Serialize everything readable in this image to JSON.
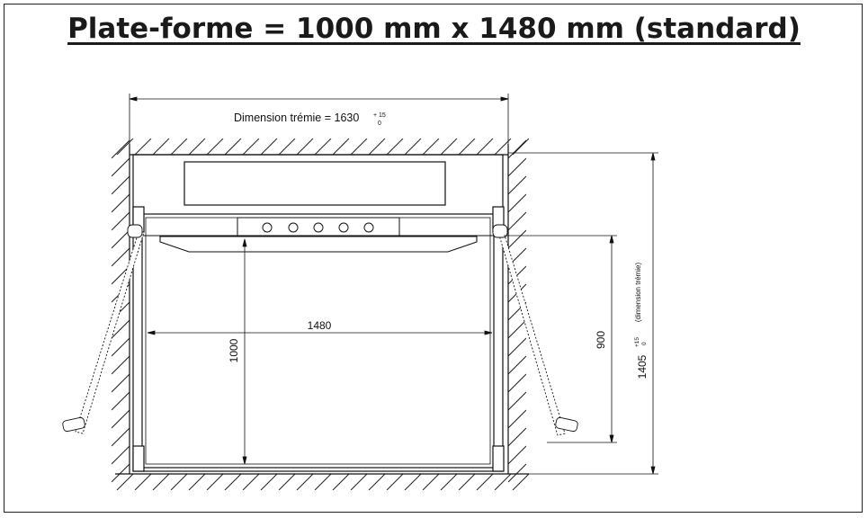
{
  "title": "Plate-forme = 1000 mm x 1480 mm (standard)",
  "dim_trémie_width": {
    "label": "Dimension trémie = 1630",
    "tol_upper": "+ 15",
    "tol_lower": "0"
  },
  "platform_width": "1480",
  "platform_depth": "1000",
  "ramp_depth": "900",
  "dim_trémie_depth": {
    "value": "1405",
    "tol_upper": "+15",
    "tol_lower": "0",
    "note": "(dimension trémie)"
  },
  "colors": {
    "line": "#111111",
    "hatch": "#222222"
  }
}
